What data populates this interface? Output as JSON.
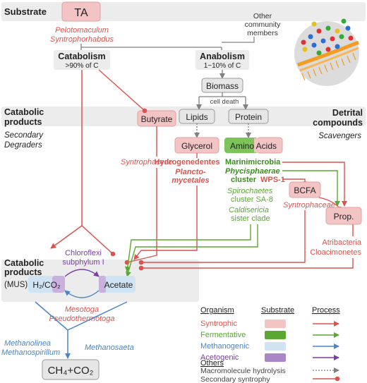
{
  "colors": {
    "syntrophic": "#d9534f",
    "syntrophic_light": "#f2c4c4",
    "fermentative": "#5aa832",
    "fermentative_dark": "#3c8a22",
    "methanogenic": "#4a86c5",
    "methanogenic_light": "#cfe3f3",
    "acetogenic": "#7a3fa0",
    "acetogenic_light": "#c9b0dd",
    "grey": "#808080",
    "band": "#ececec"
  },
  "left_labels": {
    "substrate": "Substrate",
    "catabolic_products_1": [
      "Catabolic",
      "products"
    ],
    "secondary_degraders": [
      "Secondary",
      "Degraders"
    ],
    "catabolic_products_2": [
      "Catabolic",
      "products"
    ],
    "mus": "(MUS)"
  },
  "right_labels": {
    "detrital_compounds": [
      "Detrital",
      "compounds"
    ],
    "scavengers": "Scavengers"
  },
  "nodes": {
    "ta": "TA",
    "catabolism": "Catabolism",
    "catabolism_sub": ">90% of C",
    "anabolism": "Anabolism",
    "anabolism_sub": "1~10% of C",
    "other_members": [
      "Other",
      "community",
      "members"
    ],
    "biomass": "Biomass",
    "cell_death": "cell death",
    "lipids": "Lipids",
    "protein": "Protein",
    "butyrate": "Butyrate",
    "glycerol": "Glycerol",
    "amino_acids": "Amino Acids",
    "bcfa": "BCFA",
    "prop": "Prop.",
    "h2co2": "H₂/CO₂",
    "acetate": "Acetate",
    "ch4co2": "CH₄+CO₂"
  },
  "organisms": {
    "pelotomaculum": "Pelotomaculum",
    "syntrophorhabdus": "Syntrophorhabdus",
    "syntrophaceae_1": "Syntrophaceae",
    "hydrogenedentes": "Hydrogenedentes",
    "planctomycetales": [
      "Plancto-",
      "mycetales"
    ],
    "marinimicrobia": "Marinimicrobia",
    "phycisphaerae": "Phycisphaerae",
    "cluster_wps1_a": "cluster ",
    "cluster_wps1_b": "WPS-1",
    "syntrophaceae_2": "Syntrophaceae",
    "spirochaetes": "Spirochaetes",
    "cluster_sa8": "cluster SA-8",
    "caldisericia": "Caldisericia",
    "sister_clade": "sister clade",
    "atribacteria": "Atribacteria",
    "cloacimonetes": "Cloacimonetes",
    "chloroflexi": [
      "Chloroflexi",
      "subphylum I"
    ],
    "mesotoga": "Mesotoga",
    "pseudothermotoga": "Pseudothermotoga",
    "methanolinea": "Methanolinea",
    "methanospirillum": "Methanospirillum",
    "methanosaeta": "Methanosaeta"
  },
  "legend": {
    "col_organism": "Organism",
    "col_substrate": "Substrate",
    "col_process": "Process",
    "rows": [
      "Syntrophic",
      "Fermentative",
      "Methanogenic",
      "Acetogenic"
    ],
    "others_title": "Others",
    "others": [
      "Macromolecule hydrolysis",
      "Secondary syntrophy"
    ]
  }
}
